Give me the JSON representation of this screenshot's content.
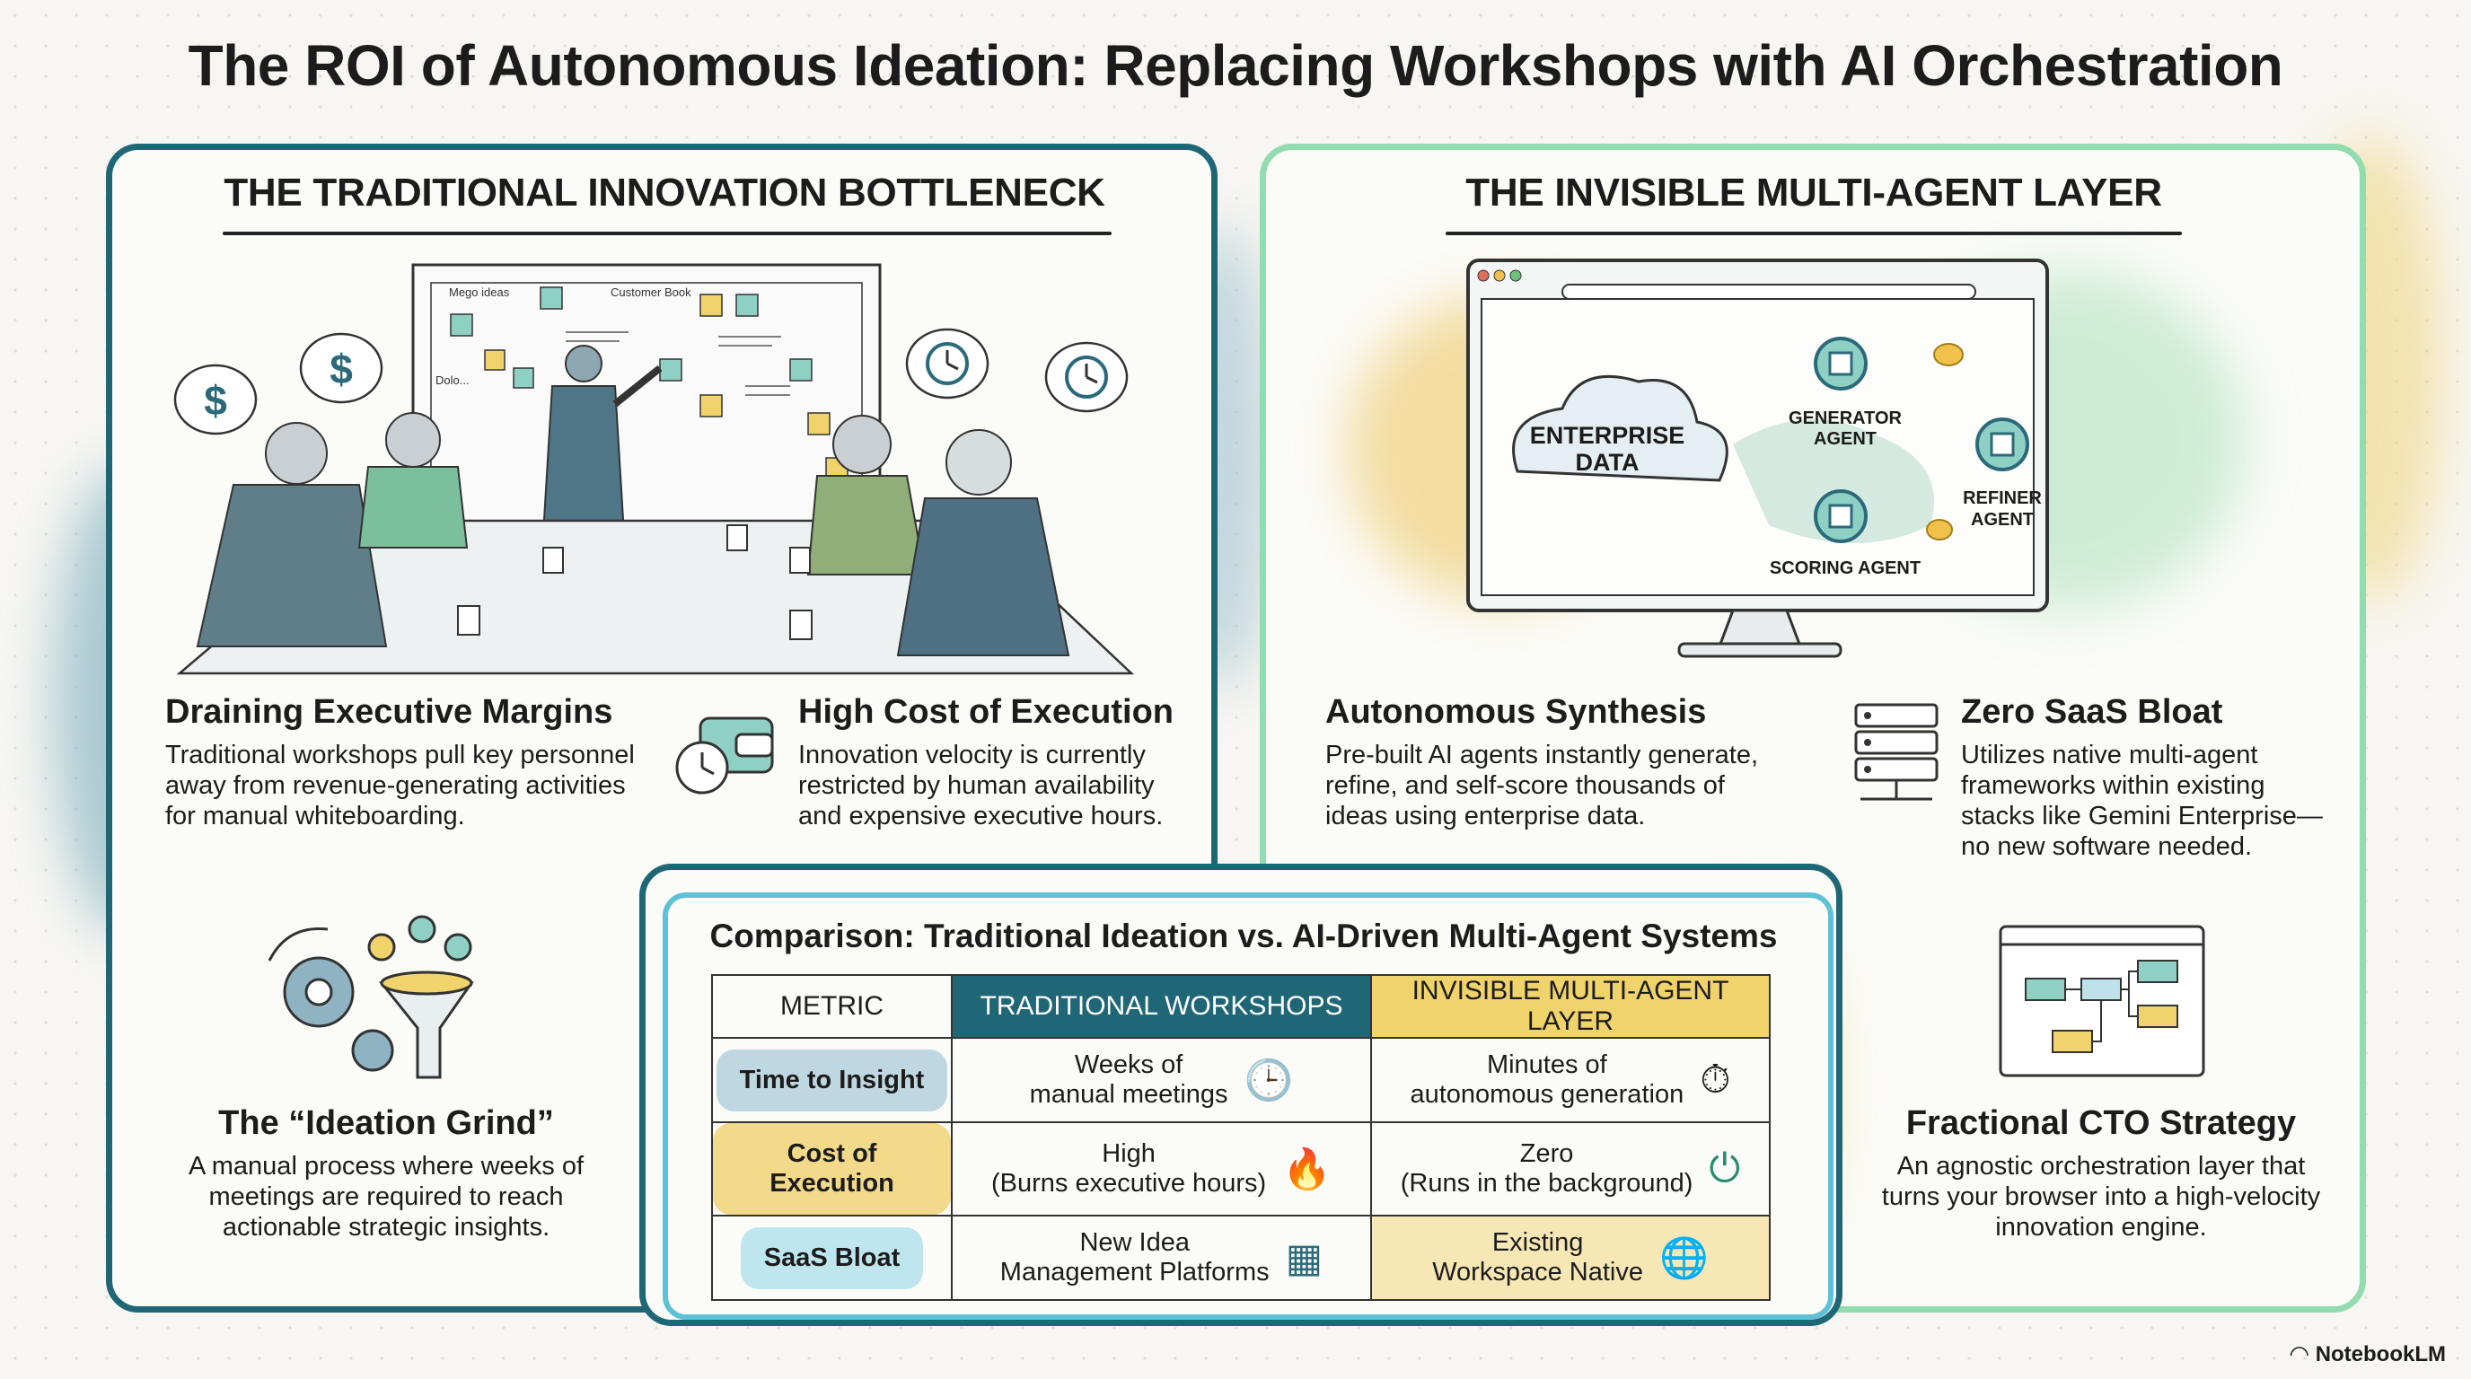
{
  "title": "The ROI of Autonomous Ideation: Replacing Workshops with AI Orchestration",
  "left_panel": {
    "heading": "THE TRADITIONAL INNOVATION BOTTLENECK",
    "whiteboard_notes": [
      "Mego ideas",
      "Customer Book",
      "Dolo..."
    ],
    "items": [
      {
        "title": "Draining Executive Margins",
        "body": "Traditional workshops pull key personnel away from revenue-generating activities for manual whiteboarding.",
        "icon": "money-icon"
      },
      {
        "title": "High Cost of Execution",
        "body": "Innovation velocity is currently restricted by human availability and expensive executive hours.",
        "icon": "wallet-clock-icon"
      }
    ]
  },
  "right_panel": {
    "heading": "THE INVISIBLE MULTI-AGENT LAYER",
    "diagram": {
      "cloud_label": "ENTERPRISE DATA",
      "agents": [
        "GENERATOR AGENT",
        "REFINER AGENT",
        "SCORING AGENT"
      ]
    },
    "items": [
      {
        "title": "Autonomous Synthesis",
        "body": "Pre-built AI agents instantly generate, refine, and self-score thousands of ideas using enterprise data.",
        "icon": "chip-icon"
      },
      {
        "title": "Zero SaaS Bloat",
        "body": "Utilizes native multi-agent frameworks within existing stacks like Gemini Enterprise—no new software needed.",
        "icon": "server-stack-icon"
      }
    ]
  },
  "bottom_left": {
    "title": "The “Ideation Grind”",
    "body": "A manual process where weeks of meetings are required to reach actionable strategic insights.",
    "icon": "gears-funnel-icon"
  },
  "bottom_right": {
    "title": "Fractional CTO Strategy",
    "body": "An agnostic orchestration layer that turns your browser into a high-velocity innovation engine.",
    "icon": "browser-flowchart-icon"
  },
  "comparison": {
    "title": "Comparison: Traditional Ideation vs. AI-Driven Multi-Agent Systems",
    "headers": [
      "METRIC",
      "TRADITIONAL WORKSHOPS",
      "INVISIBLE MULTI-AGENT LAYER"
    ],
    "rows": [
      {
        "metric": "Time to Insight",
        "traditional_1": "Weeks of",
        "traditional_2": "manual meetings",
        "ai_1": "Minutes of",
        "ai_2": "autonomous generation",
        "metric_color": "#bfd7e1",
        "trad_icon": "clock-calendar-icon",
        "ai_icon": "stopwatch-lightning-icon"
      },
      {
        "metric": "Cost of Execution",
        "traditional_1": "High",
        "traditional_2": "(Burns executive hours)",
        "ai_1": "Zero",
        "ai_2": "(Runs in the background)",
        "metric_color": "#f3d98a",
        "trad_icon": "burning-money-icon",
        "ai_icon": "power-icon"
      },
      {
        "metric": "SaaS Bloat",
        "traditional_1": "New Idea",
        "traditional_2": "Management Platforms",
        "ai_1": "Existing",
        "ai_2": "Workspace Native",
        "metric_color": "#bfe6ef",
        "trad_icon": "app-grid-icon",
        "ai_icon": "browser-globe-icon"
      }
    ]
  },
  "brand": "NotebookLM"
}
